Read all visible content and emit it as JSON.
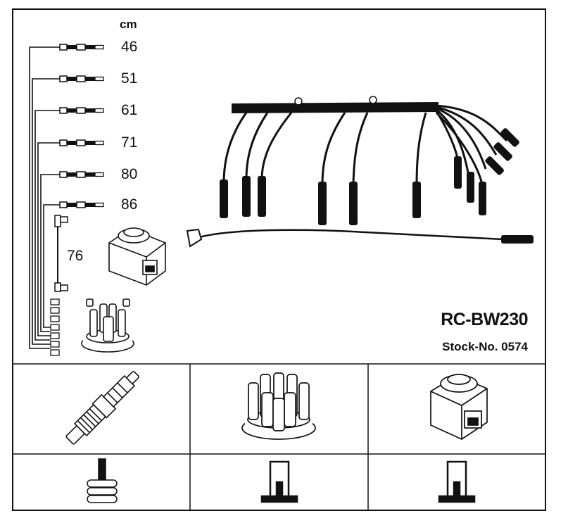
{
  "unit_label": "cm",
  "cable_lengths": [
    "46",
    "51",
    "61",
    "71",
    "80",
    "86"
  ],
  "coil_lead_length": "76",
  "product_code": "RC-BW230",
  "stock_number": "Stock-No. 0574",
  "table": {
    "columns": [
      "spark-plug",
      "distributor-cap",
      "ignition-coil"
    ],
    "connector_icons": [
      "spark-plug-connector-icon",
      "distributor-connector-icon",
      "coil-connector-icon"
    ]
  },
  "colors": {
    "line": "#111111",
    "background": "#ffffff"
  }
}
